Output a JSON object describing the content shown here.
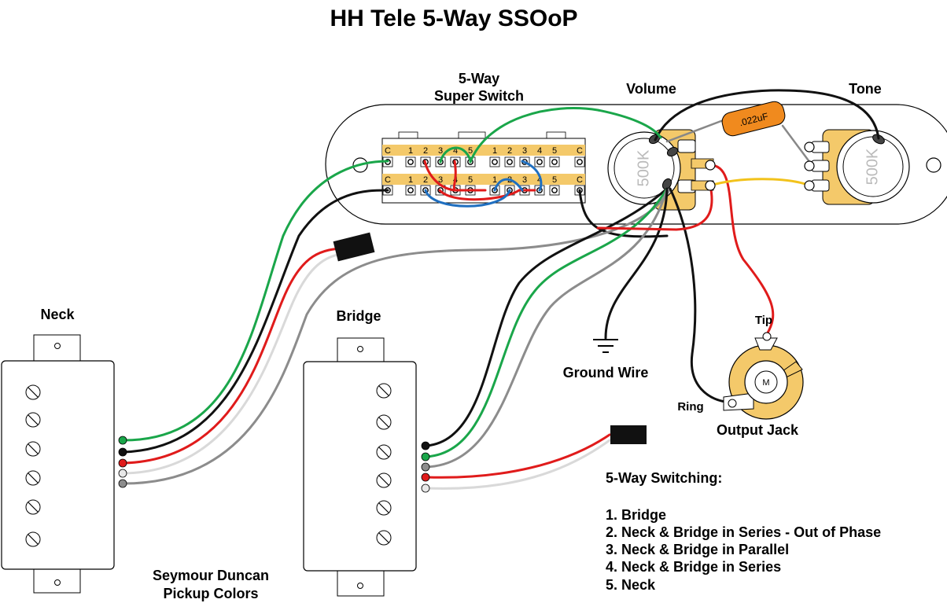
{
  "title": "HH Tele 5-Way SSOoP",
  "labels": {
    "switch_line1": "5-Way",
    "switch_line2": "Super Switch",
    "volume": "Volume",
    "tone": "Tone",
    "neck": "Neck",
    "bridge": "Bridge",
    "ground": "Ground Wire",
    "tip": "Tip",
    "ring": "Ring",
    "output_jack": "Output Jack",
    "jack_letter": "M",
    "colors_line1": "Seymour Duncan",
    "colors_line2": "Pickup Colors"
  },
  "pots": {
    "volume_value": "500K",
    "tone_value": "500K"
  },
  "capacitor": ".022uF",
  "switch": {
    "top_row": [
      "C",
      "1",
      "2",
      "3",
      "4",
      "5",
      "1",
      "2",
      "3",
      "4",
      "5",
      "C"
    ],
    "bottom_row": [
      "C",
      "1",
      "2",
      "3",
      "4",
      "5",
      "1",
      "2",
      "3",
      "4",
      "5",
      "C"
    ]
  },
  "switching": {
    "heading": "5-Way Switching:",
    "positions": [
      "1. Bridge",
      "2. Neck & Bridge in Series - Out of Phase",
      "3. Neck & Bridge in Parallel",
      "4. Neck & Bridge in Series",
      "5. Neck"
    ]
  },
  "wire_colors": {
    "green": "#1aa64a",
    "black": "#111111",
    "red": "#e01b1b",
    "white": "#d9d9d9",
    "gray": "#8c8c8c",
    "blue": "#1f6fc0",
    "yellow": "#f2c21b",
    "pot_body": "#f4c96a",
    "cap_body": "#f08a1e"
  }
}
